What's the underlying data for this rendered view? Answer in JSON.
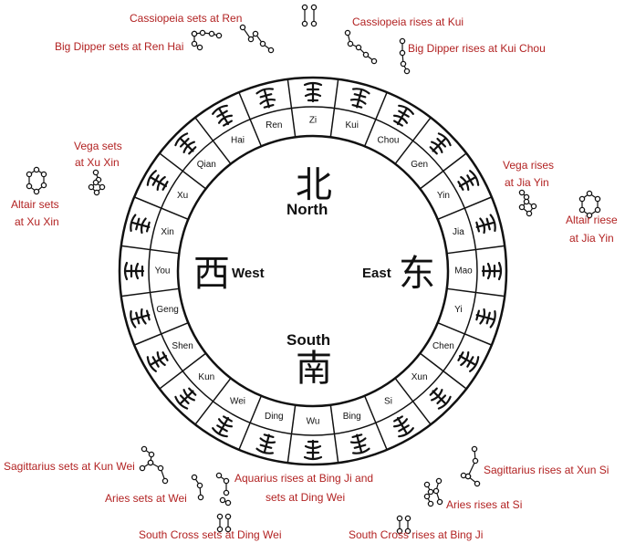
{
  "wheel": {
    "outer_labels": [
      "Zi",
      "Kui",
      "Chou",
      "Gen",
      "Yin",
      "Jia",
      "Mao",
      "Yi",
      "Chen",
      "Xun",
      "Si",
      "Bing",
      "Wu",
      "Ding",
      "Wei",
      "Kun",
      "Shen",
      "Geng",
      "You",
      "Xin",
      "Xu",
      "Qian",
      "Hai",
      "Ren"
    ]
  },
  "center": {
    "north_han": "北",
    "north": "North",
    "south_han": "南",
    "south": "South",
    "east_han": "东",
    "east": "East",
    "west_han": "西",
    "west": "West"
  },
  "annotations": {
    "cassiopeia_sets": "Cassiopeia sets at Ren",
    "cassiopeia_rises": "Cassiopeia  rises at Kui",
    "big_dipper_sets": "Big Dipper sets at Ren  Hai",
    "big_dipper_rises": "Big Dipper rises at Kui Chou",
    "vega_sets_1": "Vega sets",
    "vega_sets_2": "at Xu Xin",
    "altair_sets_1": "Altair sets",
    "altair_sets_2": "at Xu Xin",
    "vega_rises_1": "Vega rises",
    "vega_rises_2": "at Jia Yin",
    "altair_rises_1": "Altair riese",
    "altair_rises_2": "at Jia Yin",
    "sagittarius_sets": "Sagittarius sets at Kun Wei",
    "sagittarius_rises": "Sagittarius rises at Xun Si",
    "aries_sets": "Aries sets at Wei",
    "aries_rises": "Aries rises at Si",
    "aquarius_1": "Aquarius rises at Bing Ji and",
    "aquarius_2": "sets at Ding Wei",
    "south_cross_sets": "South Cross sets at Ding Wei",
    "south_cross_rises": "South Cross rises at Bing Ji"
  },
  "colors": {
    "annotation": "#b22222",
    "ink": "#111111"
  }
}
